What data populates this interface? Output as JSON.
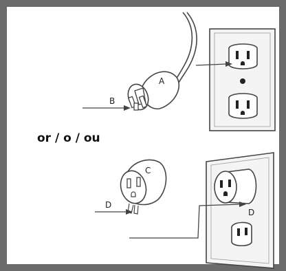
{
  "colors": {
    "frame": "#6b6b6b",
    "background": "#ffffff",
    "ink": "#3a3a3a",
    "faceplate": "#f4f4f4"
  },
  "diagram": {
    "separator_text": "or / o / ou",
    "labels": {
      "plug": "A",
      "prongs": "B",
      "adapter": "C",
      "adapter_prongs": "D",
      "outlet_insert": "D"
    }
  }
}
